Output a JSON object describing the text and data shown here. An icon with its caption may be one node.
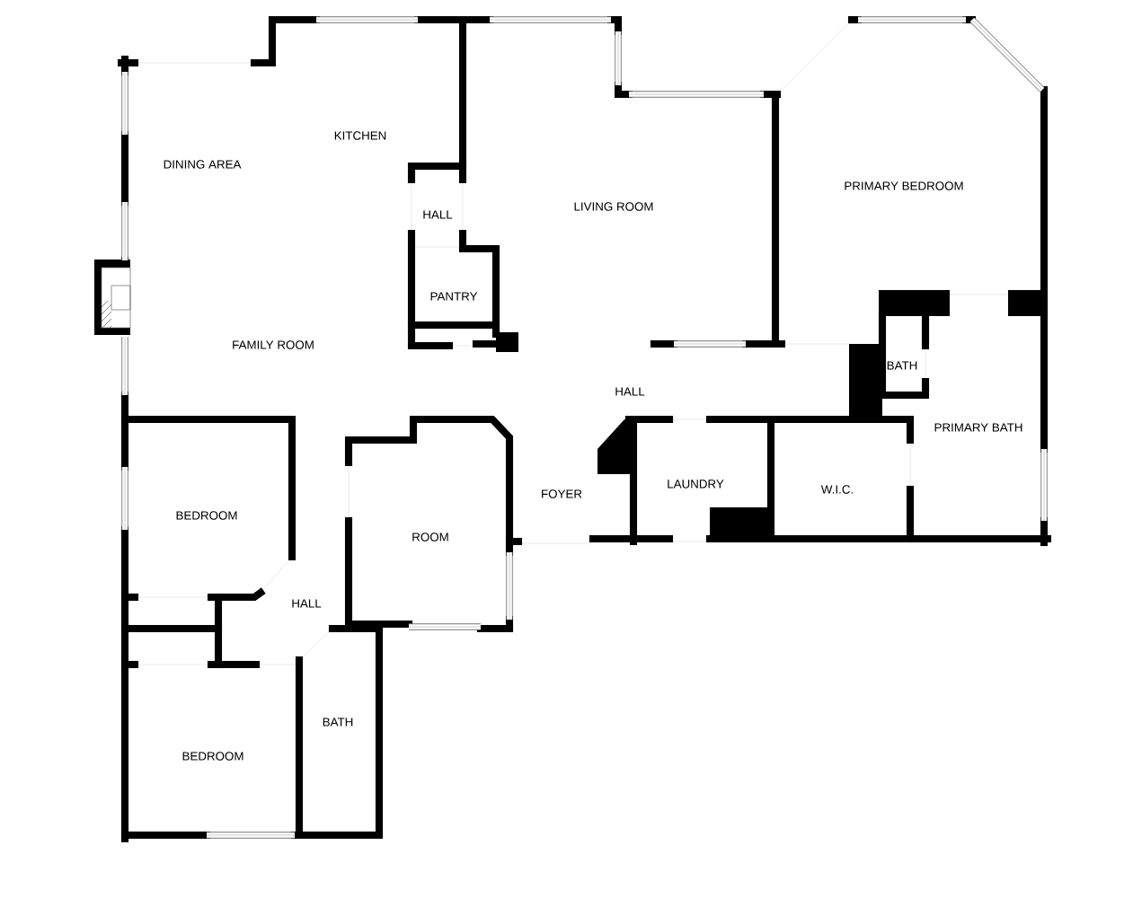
{
  "diagram": {
    "labels": [
      "KITCHEN",
      "DINING AREA",
      "HALL",
      "LIVING ROOM",
      "PRIMARY BEDROOM",
      "PANTRY",
      "FAMILY ROOM",
      "BATH",
      "HALL",
      "PRIMARY BATH",
      "LAUNDRY",
      "W.I.C.",
      "FOYER",
      "BEDROOM",
      "ROOM",
      "HALL",
      "BATH",
      "BEDROOM"
    ]
  }
}
